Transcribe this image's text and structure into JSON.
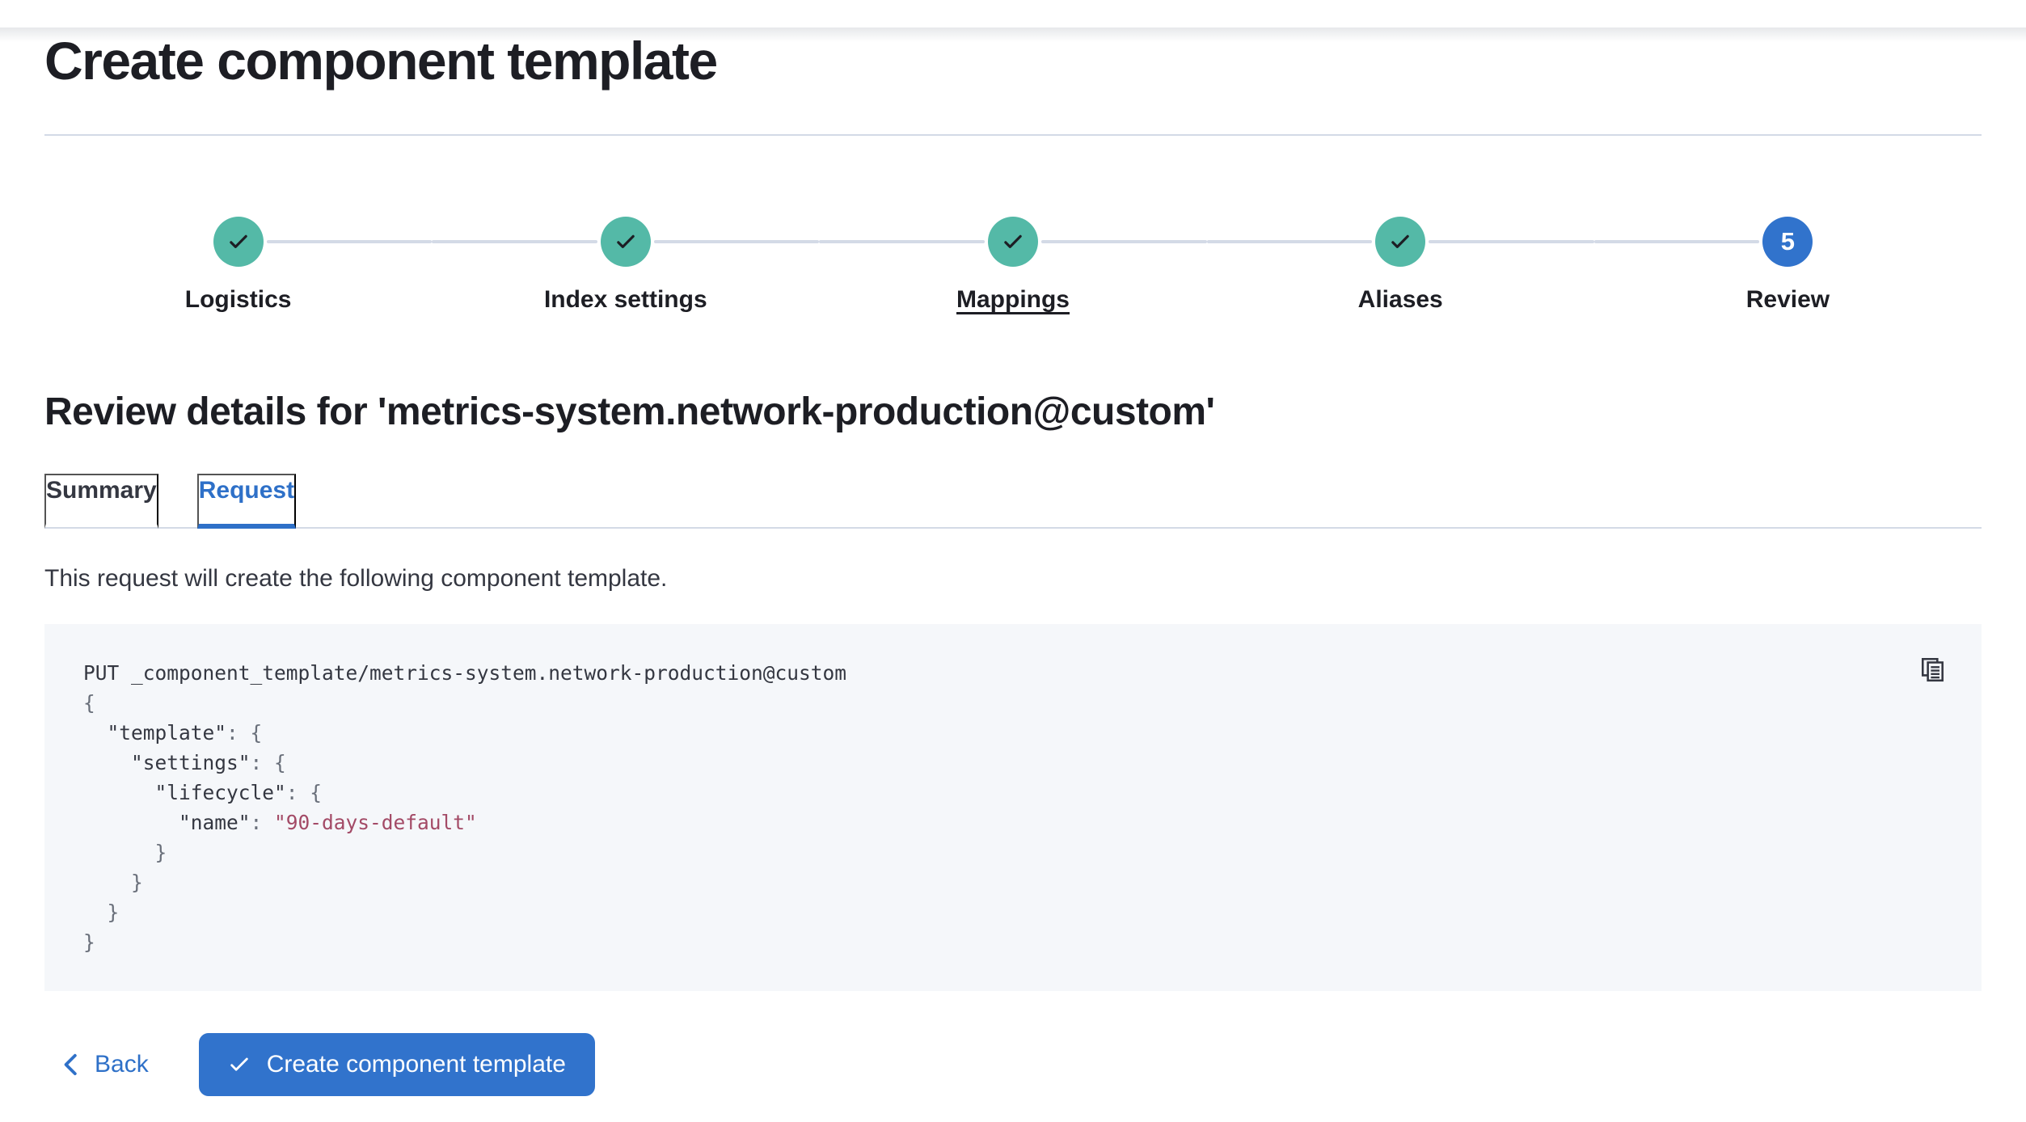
{
  "page": {
    "title": "Create component template"
  },
  "stepper": {
    "steps": [
      {
        "label": "Logistics",
        "status": "complete"
      },
      {
        "label": "Index settings",
        "status": "complete"
      },
      {
        "label": "Mappings",
        "status": "complete",
        "hovered": true
      },
      {
        "label": "Aliases",
        "status": "complete"
      },
      {
        "label": "Review",
        "status": "current",
        "number": "5"
      }
    ]
  },
  "review": {
    "heading": "Review details for 'metrics-system.network-production@custom'",
    "tabs": [
      {
        "label": "Summary",
        "selected": false
      },
      {
        "label": "Request",
        "selected": true
      }
    ],
    "description": "This request will create the following component template."
  },
  "code": {
    "copy_icon": "copy-clipboard-icon",
    "lines": [
      {
        "segments": [
          {
            "t": "PUT _component_template/metrics-system.network-production@custom",
            "c": "plain"
          }
        ]
      },
      {
        "segments": [
          {
            "t": "{",
            "c": "punct"
          }
        ]
      },
      {
        "segments": [
          {
            "t": "  ",
            "c": "plain"
          },
          {
            "t": "\"template\"",
            "c": "key"
          },
          {
            "t": ": {",
            "c": "punct"
          }
        ]
      },
      {
        "segments": [
          {
            "t": "    ",
            "c": "plain"
          },
          {
            "t": "\"settings\"",
            "c": "key"
          },
          {
            "t": ": {",
            "c": "punct"
          }
        ]
      },
      {
        "segments": [
          {
            "t": "      ",
            "c": "plain"
          },
          {
            "t": "\"lifecycle\"",
            "c": "key"
          },
          {
            "t": ": {",
            "c": "punct"
          }
        ]
      },
      {
        "segments": [
          {
            "t": "        ",
            "c": "plain"
          },
          {
            "t": "\"name\"",
            "c": "key"
          },
          {
            "t": ": ",
            "c": "punct"
          },
          {
            "t": "\"90-days-default\"",
            "c": "string"
          }
        ]
      },
      {
        "segments": [
          {
            "t": "      }",
            "c": "punct"
          }
        ]
      },
      {
        "segments": [
          {
            "t": "    }",
            "c": "punct"
          }
        ]
      },
      {
        "segments": [
          {
            "t": "  }",
            "c": "punct"
          }
        ]
      },
      {
        "segments": [
          {
            "t": "}",
            "c": "punct"
          }
        ]
      }
    ]
  },
  "footer": {
    "back_label": "Back",
    "submit_label": "Create component template"
  },
  "colors": {
    "accent_blue": "#3173cc",
    "link_blue": "#2e70c8",
    "success_teal": "#54b9a7",
    "divider": "#d3dae6",
    "code_background": "#f5f7fa",
    "code_string": "#a34a66",
    "heading_text": "#1d1e24",
    "body_text": "#343741"
  }
}
